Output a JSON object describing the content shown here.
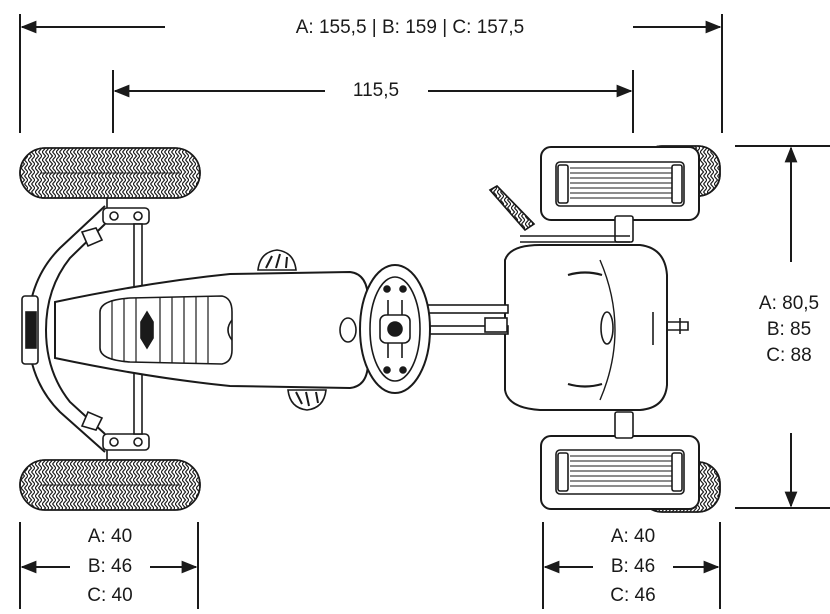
{
  "dimensions": {
    "total_length": "A: 155,5 | B: 159 | C: 157,5",
    "wheelbase": "115,5",
    "width": [
      "A: 80,5",
      "B: 85",
      "C: 88"
    ],
    "rear_track": [
      "A: 40",
      "B: 46",
      "C: 40"
    ],
    "front_track": [
      "A: 40",
      "B: 46",
      "C: 46"
    ]
  },
  "colors": {
    "line": "#1a1a1a",
    "background": "#ffffff"
  }
}
